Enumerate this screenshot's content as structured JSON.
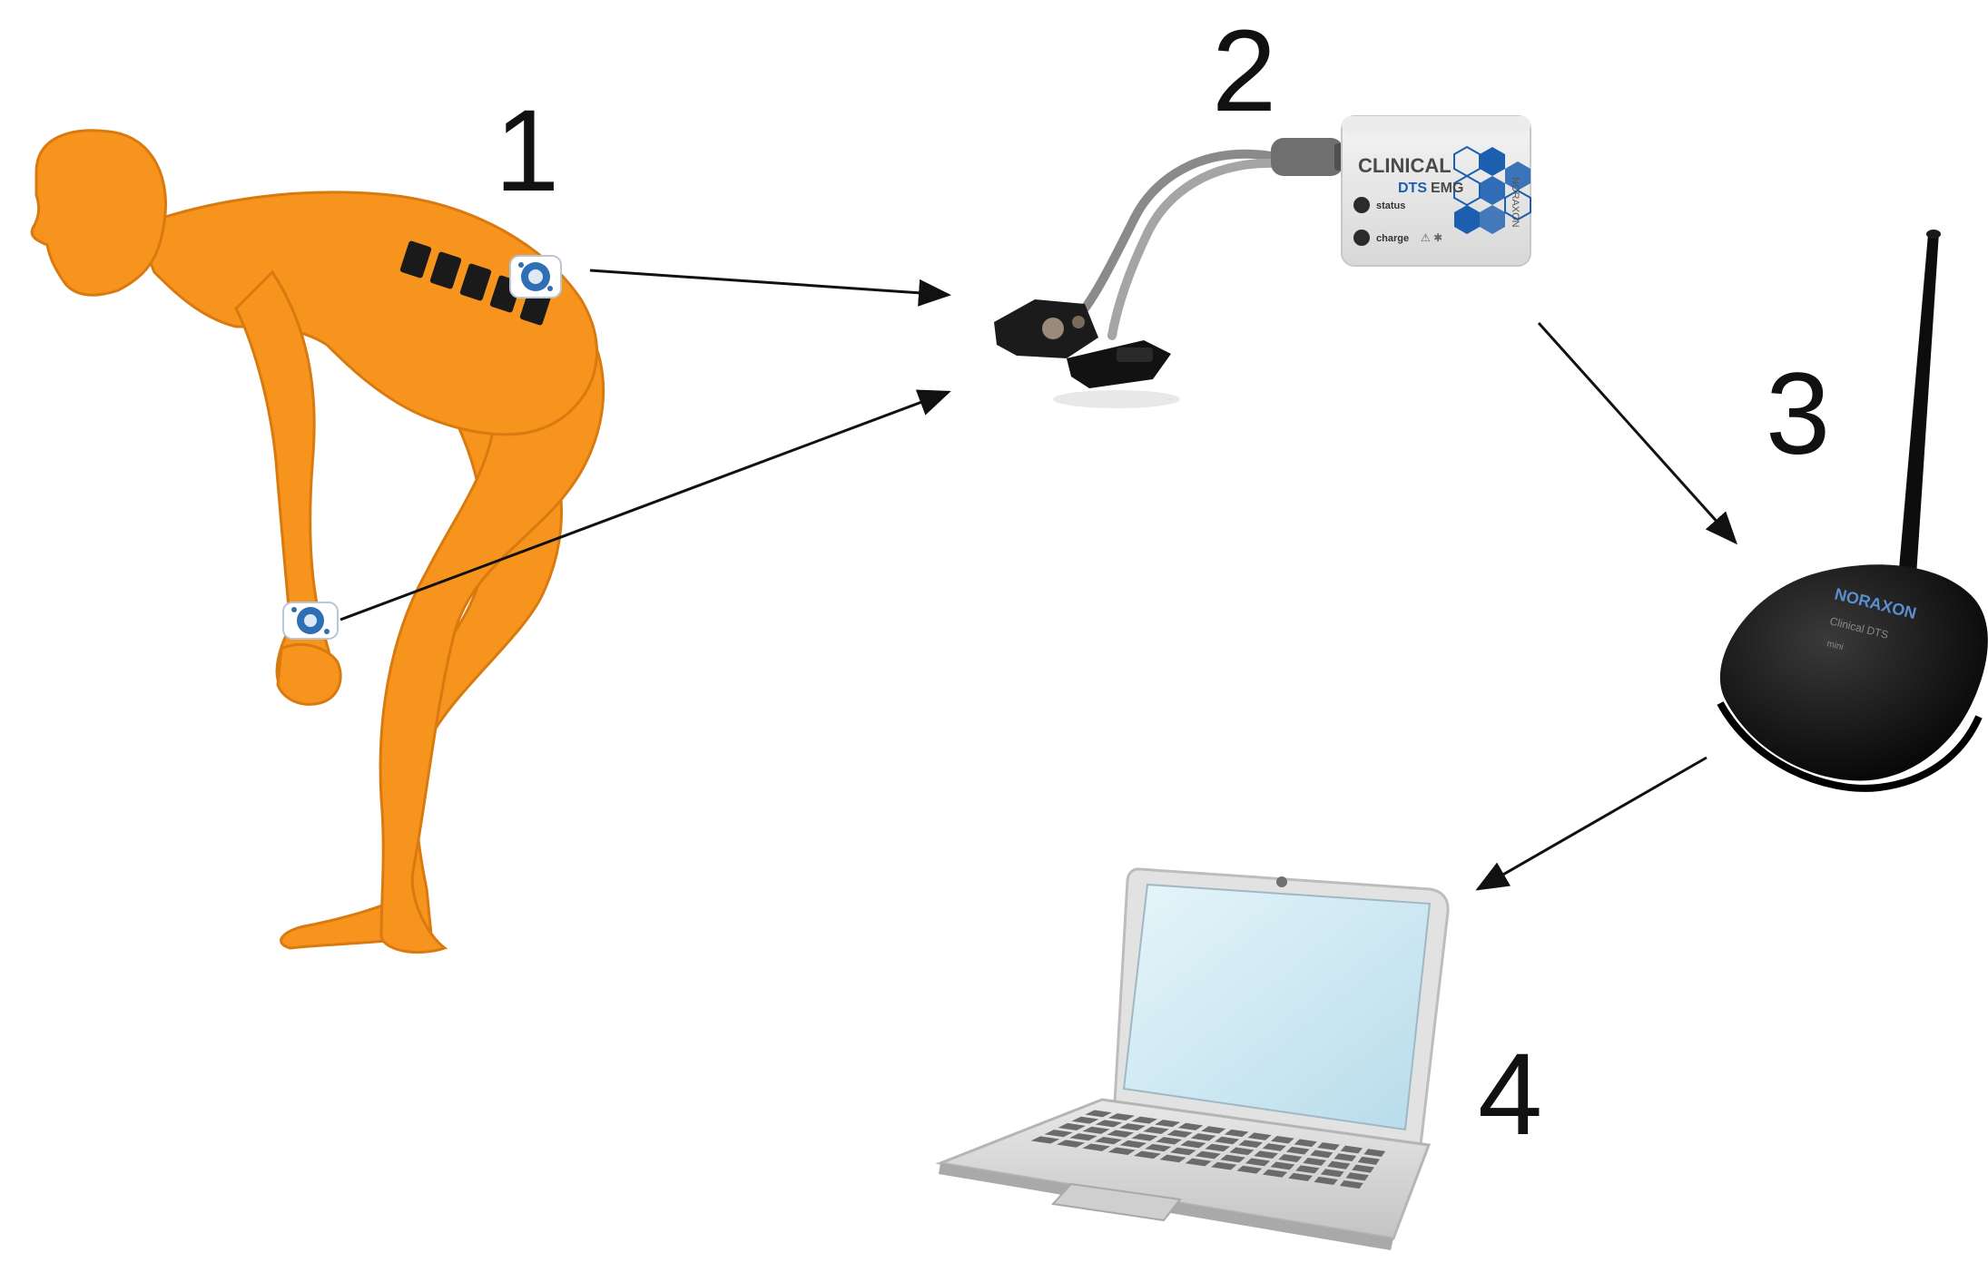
{
  "steps": [
    {
      "number": "1"
    },
    {
      "number": "2"
    },
    {
      "number": "3"
    },
    {
      "number": "4"
    }
  ],
  "emg_sensor": {
    "brand_line1": "CLINICAL",
    "brand_line2a": "DTS",
    "brand_line2b": "EMG",
    "status_label": "status",
    "charge_label": "charge",
    "maker": "NORAXON"
  },
  "receiver": {
    "maker": "NORAXON",
    "model": "Clinical DTS",
    "sub": "mini"
  },
  "colors": {
    "figure": "#f7941d",
    "figure_outline": "#d97a10",
    "electrode_blue": "#2f6fb5",
    "sensor_hex": "#1c5fb0",
    "receiver": "#111111",
    "screen": "#cde8f2",
    "laptop_body": "#d9d9d9",
    "arrow": "#111111"
  }
}
